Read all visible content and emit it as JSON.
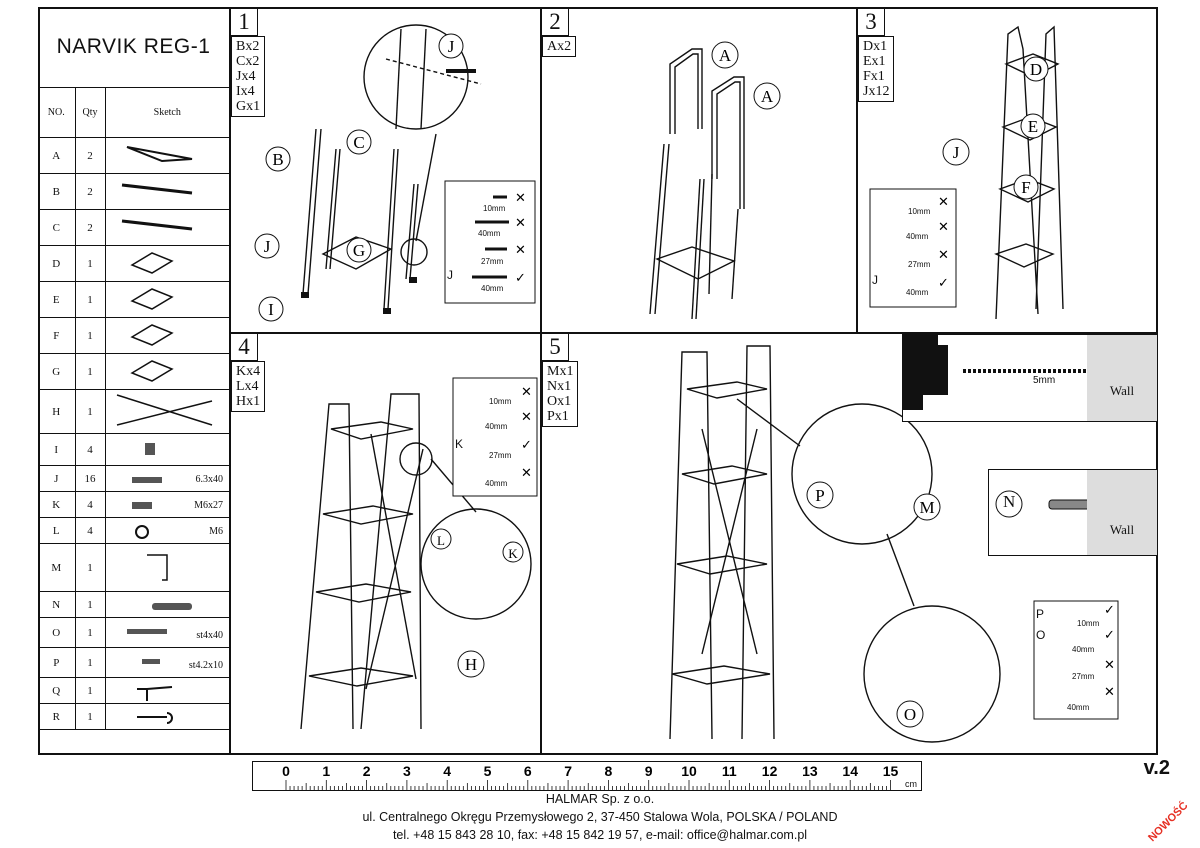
{
  "product": "NARVIK REG-1",
  "parts_header": {
    "no": "NO.",
    "qty": "Qty",
    "sketch": "Sketch"
  },
  "parts": [
    {
      "no": "A",
      "qty": "2",
      "spec": ""
    },
    {
      "no": "B",
      "qty": "2",
      "spec": ""
    },
    {
      "no": "C",
      "qty": "2",
      "spec": ""
    },
    {
      "no": "D",
      "qty": "1",
      "spec": ""
    },
    {
      "no": "E",
      "qty": "1",
      "spec": ""
    },
    {
      "no": "F",
      "qty": "1",
      "spec": ""
    },
    {
      "no": "G",
      "qty": "1",
      "spec": ""
    },
    {
      "no": "H",
      "qty": "1",
      "spec": ""
    },
    {
      "no": "I",
      "qty": "4",
      "spec": ""
    },
    {
      "no": "J",
      "qty": "16",
      "spec": "6.3x40"
    },
    {
      "no": "K",
      "qty": "4",
      "spec": "M6x27"
    },
    {
      "no": "L",
      "qty": "4",
      "spec": "M6"
    },
    {
      "no": "M",
      "qty": "1",
      "spec": ""
    },
    {
      "no": "N",
      "qty": "1",
      "spec": ""
    },
    {
      "no": "O",
      "qty": "1",
      "spec": "st4x40"
    },
    {
      "no": "P",
      "qty": "1",
      "spec": "st4.2x10"
    },
    {
      "no": "Q",
      "qty": "1",
      "spec": ""
    },
    {
      "no": "R",
      "qty": "1",
      "spec": ""
    }
  ],
  "steps": [
    {
      "number": "1",
      "parts": "Bx2\nCx2\nJx4\nIx4\nGx1",
      "labels": [
        "B",
        "C",
        "J",
        "J",
        "G",
        "I"
      ]
    },
    {
      "number": "2",
      "parts": "Ax2",
      "labels": [
        "A",
        "A"
      ]
    },
    {
      "number": "3",
      "parts": "Dx1\nEx1\nFx1\nJx12",
      "labels": [
        "D",
        "E",
        "F",
        "J"
      ]
    },
    {
      "number": "4",
      "parts": "Kx4\nLx4\nHx1",
      "labels": [
        "L",
        "K",
        "H"
      ]
    },
    {
      "number": "5",
      "parts": "Mx1\nNx1\nOx1\nPx1",
      "labels": [
        "P",
        "M",
        "N",
        "O"
      ]
    }
  ],
  "screw_legend": {
    "l10": "10mm",
    "l40": "40mm",
    "l27": "27mm",
    "j": "J",
    "k": "K",
    "p": "P",
    "o": "O"
  },
  "drill": {
    "size": "5mm",
    "wall": "Wall"
  },
  "ruler": {
    "ticks": [
      "0",
      "1",
      "2",
      "3",
      "4",
      "5",
      "6",
      "7",
      "8",
      "9",
      "10",
      "11",
      "12",
      "13",
      "14",
      "15"
    ],
    "unit": "cm"
  },
  "version": "v.2",
  "footer": {
    "company": "HALMAR Sp. z o.o.",
    "address": "ul. Centralnego Okręgu Przemysłowego 2, 37-450 Stalowa Wola, POLSKA / POLAND",
    "contact": "tel. +48 15 843 28 10, fax: +48 15 842 19 57, e-mail: office@halmar.com.pl"
  },
  "badge": "NOWOŚĆ"
}
